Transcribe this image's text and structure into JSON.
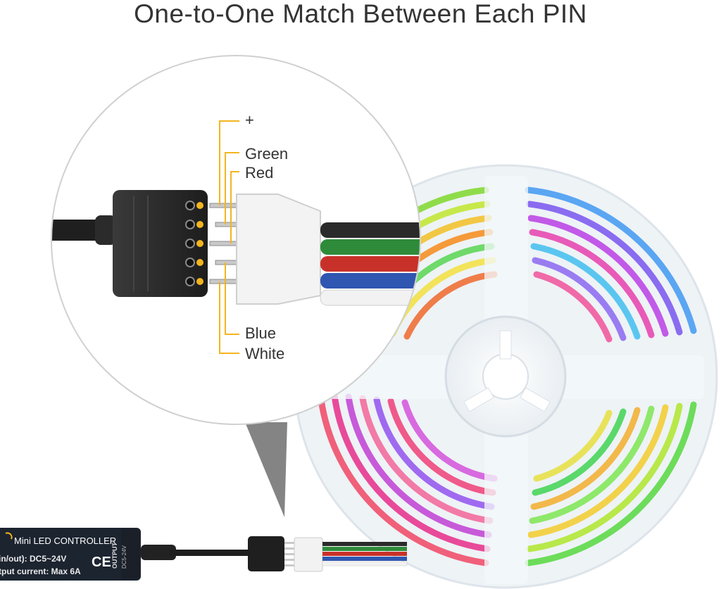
{
  "title": "One-to-One Match Between Each PIN",
  "pins": {
    "plus": "+",
    "green": "Green",
    "red": "Red",
    "blue": "Blue",
    "white": "White"
  },
  "controller": {
    "brand": "Mini LED CONTROLLER",
    "line1": "in/out): DC5~24V",
    "line2": "tput current: Max 6A",
    "ce": "CE",
    "output": "OUTPUT",
    "output_voltage": "DC5-24V"
  },
  "colors": {
    "callout_line": "#f3b51f",
    "wire_black": "#2a2a2a",
    "wire_green": "#2e8b3a",
    "wire_red": "#c8312a",
    "wire_blue": "#2f56b0",
    "wire_white": "#f2f2f2"
  }
}
